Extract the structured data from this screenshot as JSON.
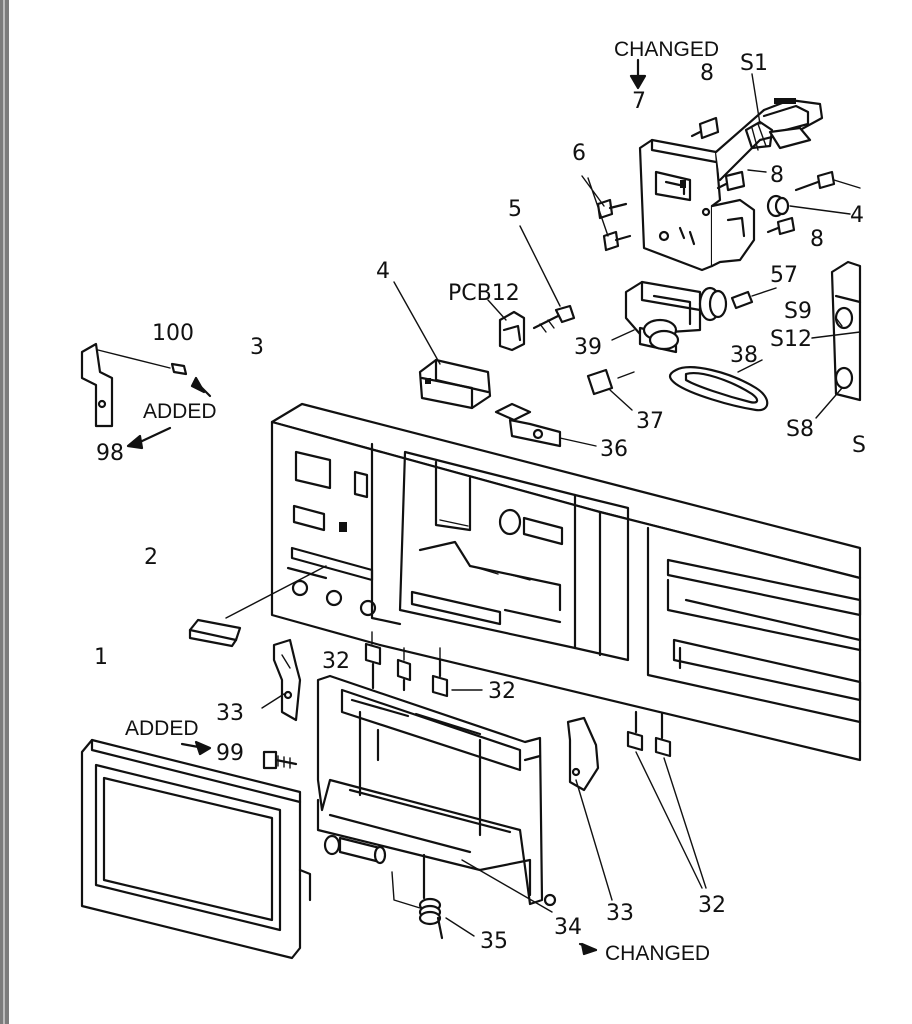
{
  "annotations": {
    "changed_top": "CHANGED",
    "added_left": "ADDED",
    "added_bottom": "ADDED",
    "changed_bottom": "CHANGED"
  },
  "part_labels": {
    "p1": "1",
    "p2": "2",
    "p3": "3",
    "p4": "4",
    "p5": "5",
    "p6": "6",
    "p7": "7",
    "p8a": "8",
    "p8b": "8",
    "p8c": "8",
    "s1": "S1",
    "p4r": "4",
    "pcb12": "PCB12",
    "p57": "57",
    "p39": "39",
    "p38": "38",
    "s9": "S9",
    "s12": "S12",
    "s8": "S8",
    "sx": "S",
    "p37": "37",
    "p36": "36",
    "p100": "100",
    "p98": "98",
    "p32a": "32",
    "p32b": "32",
    "p32c": "32",
    "p33a": "33",
    "p33b": "33",
    "p99": "99",
    "p35": "35",
    "p34": "34"
  },
  "colors": {
    "ink": "#111111",
    "paper": "#ffffff",
    "edge_hatch": "#8a8a8a"
  }
}
